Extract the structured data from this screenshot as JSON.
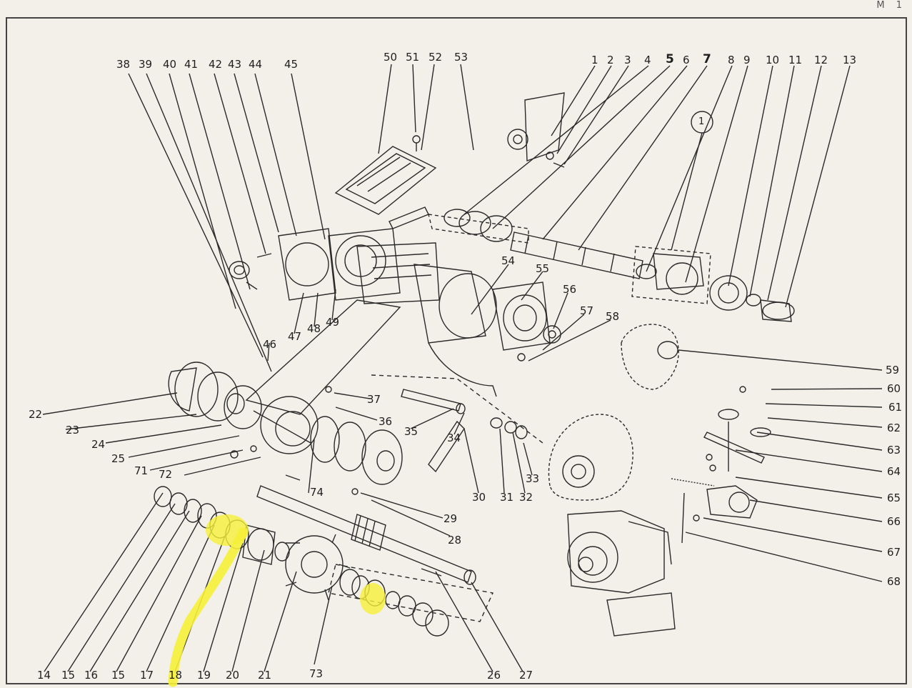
{
  "corner_mark": "M 1",
  "callout_number": "1",
  "colors": {
    "highlight": "#f6f03a",
    "ink": "#2a2a2a",
    "paper": "#f3f0ea"
  },
  "labels": {
    "n1": "1",
    "n2": "2",
    "n3": "3",
    "n4": "4",
    "n5": "5",
    "n6": "6",
    "n7": "7",
    "n8": "8",
    "n9": "9",
    "n10": "10",
    "n11": "11",
    "n12": "12",
    "n13": "13",
    "n14": "14",
    "n15a": "15",
    "n15b": "15",
    "n16": "16",
    "n17": "17",
    "n18": "18",
    "n19": "19",
    "n20": "20",
    "n21": "21",
    "n22": "22",
    "n23": "23",
    "n24": "24",
    "n25": "25",
    "n26": "26",
    "n27": "27",
    "n28": "28",
    "n29": "29",
    "n30": "30",
    "n31": "31",
    "n32": "32",
    "n33": "33",
    "n34": "34",
    "n35": "35",
    "n36": "36",
    "n37": "37",
    "n38": "38",
    "n39": "39",
    "n40": "40",
    "n41": "41",
    "n42": "42",
    "n43": "43",
    "n44": "44",
    "n45": "45",
    "n46": "46",
    "n47": "47",
    "n48": "48",
    "n49": "49",
    "n50": "50",
    "n51": "51",
    "n52": "52",
    "n53": "53",
    "n54": "54",
    "n55": "55",
    "n56": "56",
    "n57": "57",
    "n58": "58",
    "n59": "59",
    "n60": "60",
    "n61": "61",
    "n62": "62",
    "n63": "63",
    "n64": "64",
    "n65": "65",
    "n66": "66",
    "n67": "67",
    "n68": "68",
    "n71": "71",
    "n72": "72",
    "n73": "73",
    "n74": "74"
  }
}
